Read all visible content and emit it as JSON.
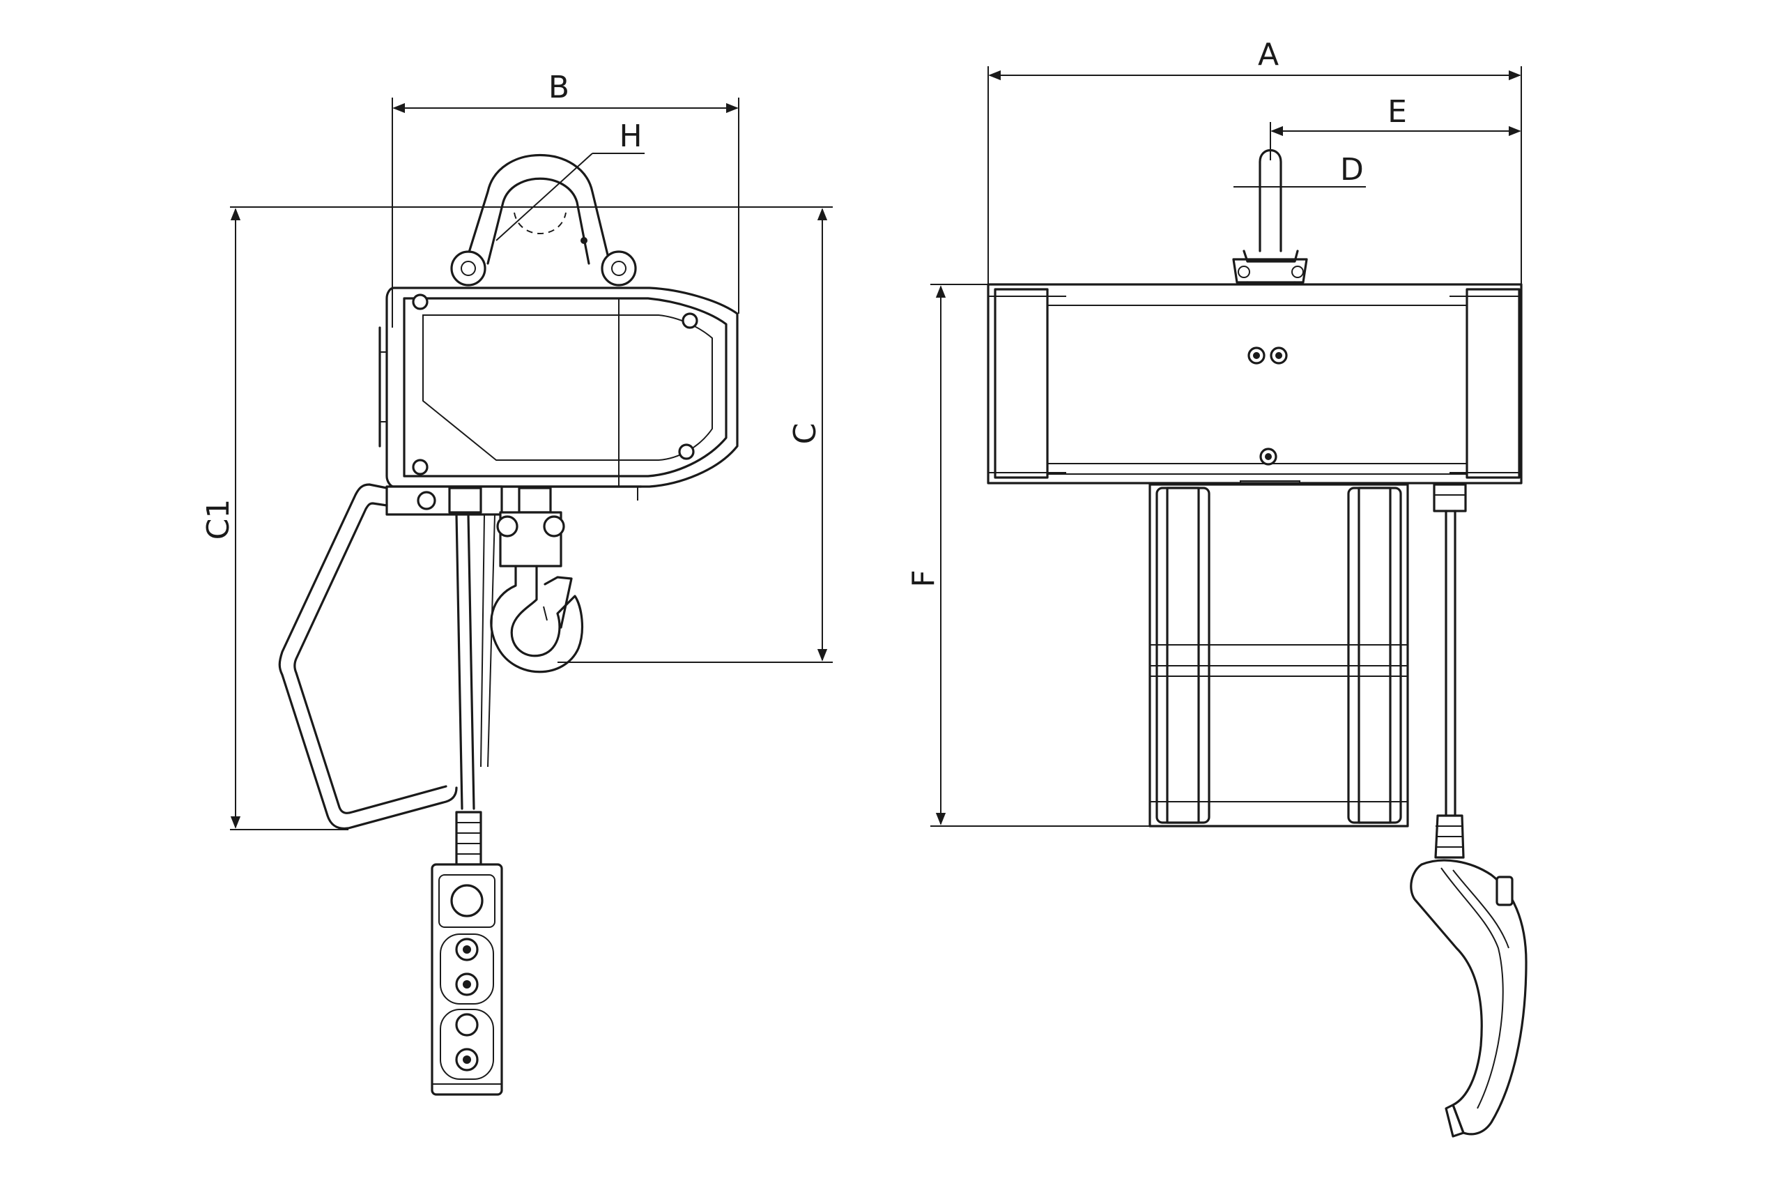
{
  "dimension_labels": {
    "A": "A",
    "B": "B",
    "C": "C",
    "C1": "C1",
    "D": "D",
    "E": "E",
    "F": "F",
    "H": "H"
  },
  "colors": {
    "line": "#1a1a1a",
    "background": "#ffffff"
  }
}
